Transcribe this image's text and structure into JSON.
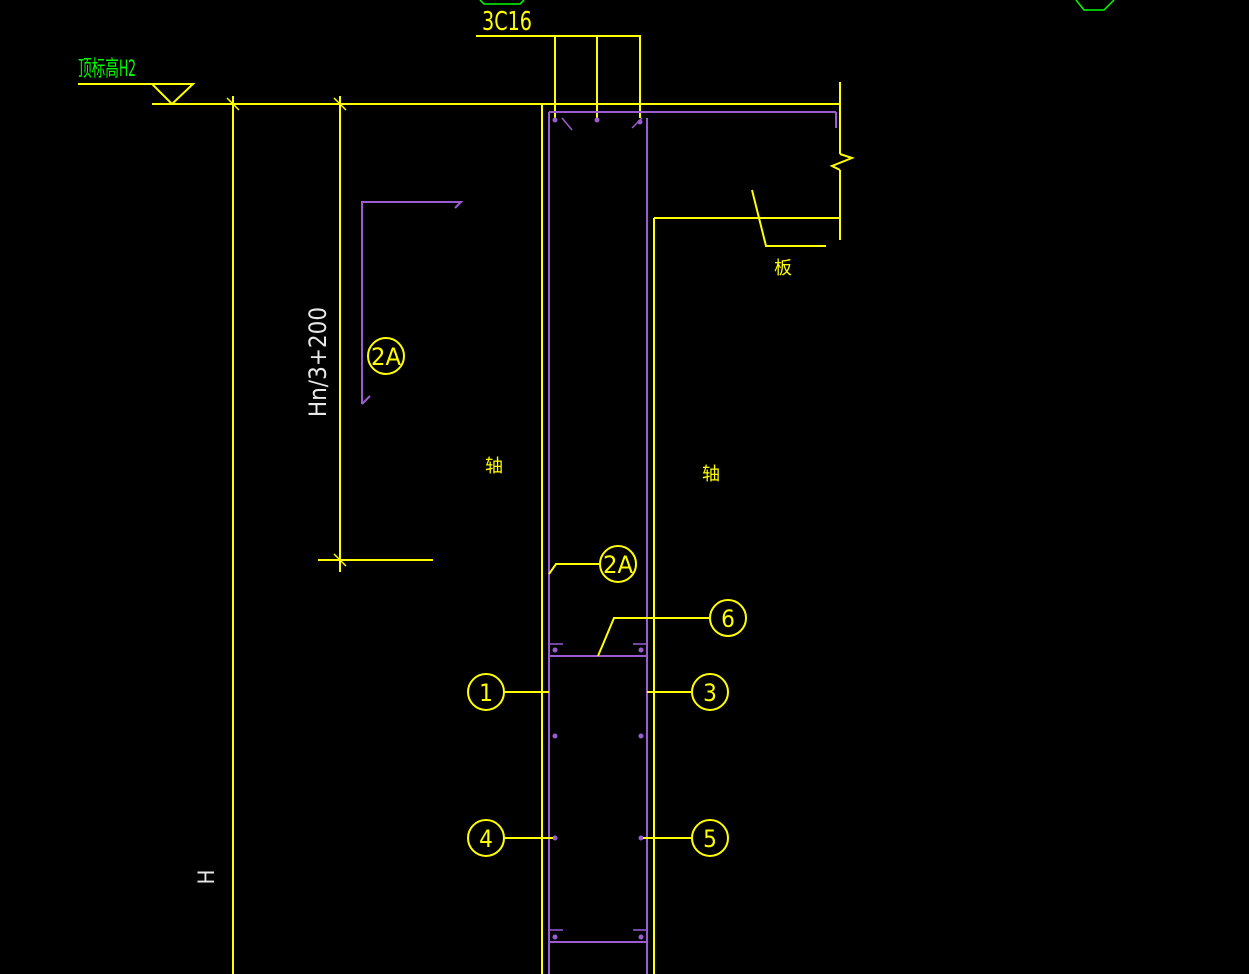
{
  "colors": {
    "background": "#000000",
    "line": "#ffff00",
    "rebar": "#9b5cd0",
    "level_mark": "#00ff00",
    "dimension_text": "#e8e8e8"
  },
  "labels": {
    "top_bars": "3C16",
    "level_mark": "顶标高H2",
    "dimension_upper": "Hn/3+200",
    "dimension_total": "H",
    "axis_left": "轴",
    "axis_right": "轴",
    "slab": "板",
    "bubble_2a_upper": "2A",
    "bubble_2a_lower": "2A",
    "bubble_6": "6",
    "bubble_1": "1",
    "bubble_3": "3",
    "bubble_4": "4",
    "bubble_5": "5"
  },
  "icons": {
    "level_marker": "level-triangle-icon",
    "break_symbol": "break-line-icon",
    "partial_hex": "hexagon-icon"
  }
}
